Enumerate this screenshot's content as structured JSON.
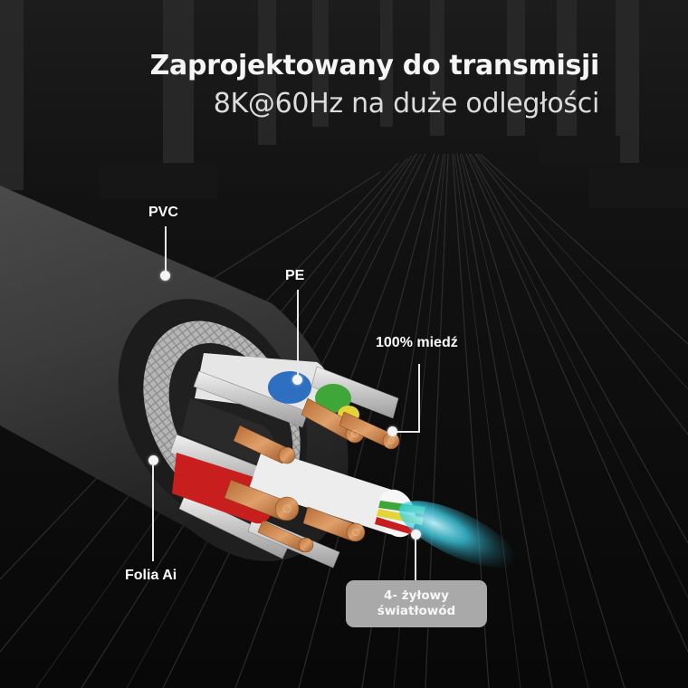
{
  "headline": {
    "line1": "Zaprojektowany do transmisji",
    "line2": "8K@60Hz na duże odległości"
  },
  "callouts": [
    {
      "id": "pvc",
      "label": "PVC"
    },
    {
      "id": "pe",
      "label": "PE"
    },
    {
      "id": "copper",
      "label": "100% miedź"
    },
    {
      "id": "foil",
      "label": "Folia Ai"
    },
    {
      "id": "fiber",
      "label_line1": "4- żyłowy",
      "label_line2": "światłowód"
    }
  ],
  "colors": {
    "background": "#0a0a0a",
    "jacket": "#3a3a3a",
    "braid": "#b8b8b8",
    "copper": "#d08a4e",
    "core_red": "#c81e1e",
    "core_blue": "#2f6fc0",
    "core_green": "#3fa63a",
    "core_yellow": "#e4d43a",
    "fiber_glow": "#40d8f0",
    "label_box": "#a9a9a9"
  }
}
